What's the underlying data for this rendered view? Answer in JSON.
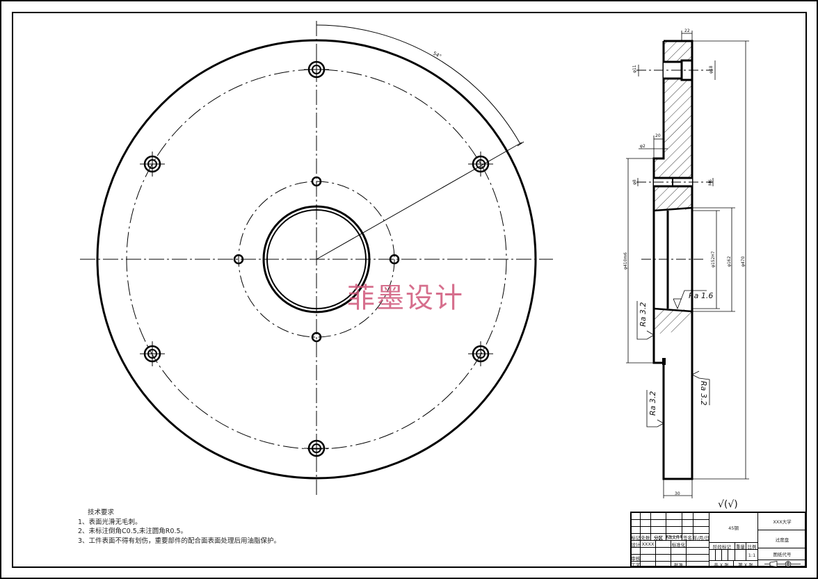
{
  "drawing": {
    "watermark": "菲墨设计",
    "colors": {
      "line": "#000000",
      "watermark": "#d0577a",
      "background": "#ffffff"
    },
    "front_view": {
      "dimension_angle": "54°"
    },
    "section_view": {
      "dims": {
        "top_width": "22",
        "hole_left": "φ11",
        "hole_right": "φ18",
        "step_width": "20",
        "step_depth": "φ2",
        "small_hole_left": "φ8",
        "small_hole_right": "M6",
        "left_diam": "φ410m6",
        "bore_diam": "φ152H7",
        "bore_outer": "φ162",
        "overall_diam": "φ470",
        "bottom_width": "30"
      },
      "roughness": {
        "bore": "Ra 1.6",
        "left_upper": "Ra 3.2",
        "left_lower": "Ra 3.2",
        "right_lower": "Ra 3.2",
        "general": "√(√)"
      }
    }
  },
  "technical_requirements": {
    "title": "技术要求",
    "items": [
      "1、表面光滑无毛刺。",
      "2、未标注倒角C0.5,未注圆角R0.5。",
      "3、工件表面不得有划伤，重要部件的配合面表面处理后用油脂保护。"
    ]
  },
  "title_block": {
    "material": "45钢",
    "school": "XXX大学",
    "part_name": "过度盘",
    "drawing_no_label": "图纸代号",
    "scale_label": "比例",
    "scale": "1:1",
    "weight_label": "重量",
    "stage_label": "阶段标记",
    "sheets_total": "共 X 张",
    "sheet_no": "第 X 张",
    "row_labels": {
      "mark": "标记",
      "count": "处数",
      "zone": "分区",
      "change_doc": "更改文件号",
      "sign": "签名",
      "date": "年/月/日",
      "design": "设计",
      "designer": "XXXX",
      "standardize": "标准化",
      "review": "审核",
      "process": "工艺",
      "approve": "批准"
    }
  }
}
